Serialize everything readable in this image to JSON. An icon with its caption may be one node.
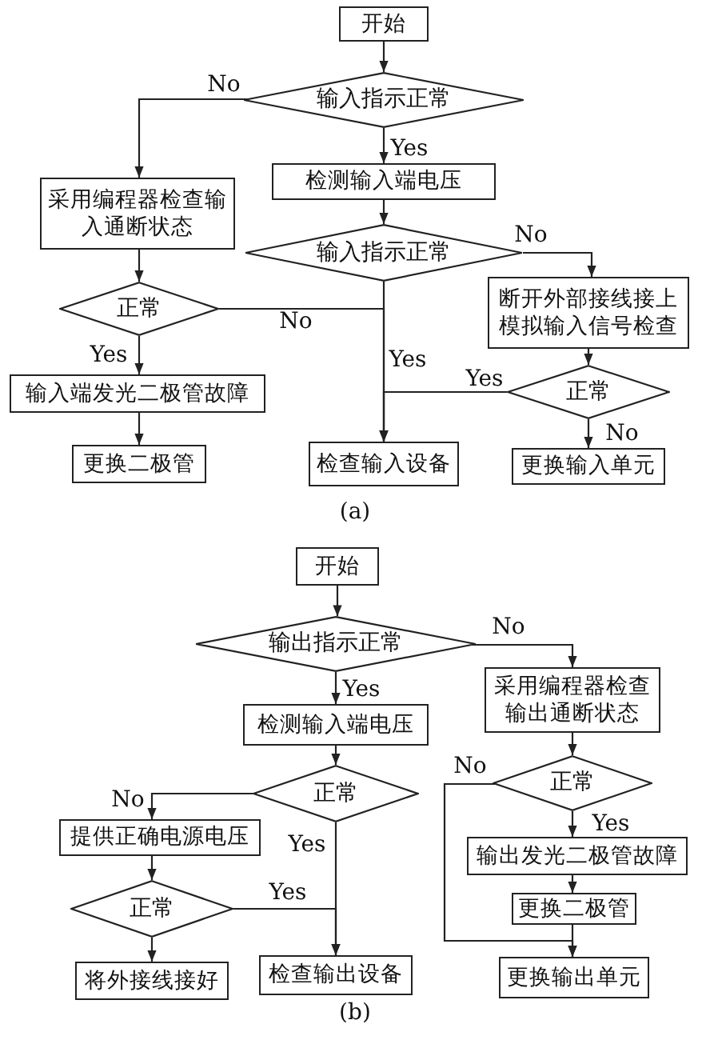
{
  "diagram": {
    "nodes": [
      {
        "text": [
          "开始"
        ]
      },
      {
        "text": [
          "输入指示正常"
        ]
      },
      {
        "text": [
          "采用编程器检查输入通断状态"
        ]
      },
      {
        "text": [
          "检测输入端电压"
        ]
      },
      {
        "text": [
          "输入指示正常"
        ]
      },
      {
        "text": [
          "断开外部接线接上模拟输入信号检查"
        ]
      },
      {
        "text": [
          "正常"
        ]
      },
      {
        "text": [
          "正常"
        ]
      },
      {
        "text": [
          "输入端发光二极管故障"
        ]
      },
      {
        "text": [
          "更换二极管"
        ]
      },
      {
        "text": [
          "检查输入设备"
        ]
      },
      {
        "text": [
          "更换输入单元"
        ]
      },
      {
        "text": [
          "开始"
        ]
      },
      {
        "text": [
          "输出指示正常"
        ]
      },
      {
        "text": [
          "采用编程器检查输出通断状态"
        ]
      },
      {
        "text": [
          "检测输入端电压"
        ]
      },
      {
        "text": [
          "正常"
        ]
      },
      {
        "text": [
          "正常"
        ]
      },
      {
        "text": [
          "提供正确电源电压"
        ]
      },
      {
        "text": [
          "输出发光二极管故障"
        ]
      },
      {
        "text": [
          "正常"
        ]
      },
      {
        "text": [
          "更换二极管"
        ]
      },
      {
        "text": [
          "将外接线接好"
        ]
      },
      {
        "text": [
          "检查输出设备"
        ]
      },
      {
        "text": [
          "更换输出单元"
        ]
      }
    ],
    "edges": [
      {
        "from": 0,
        "to": 1,
        "arrow": "to"
      },
      {
        "from": 1,
        "to": 2,
        "arrow": "to",
        "label": "No"
      },
      {
        "from": 1,
        "to": 3,
        "arrow": "to",
        "label": "Yes"
      },
      {
        "from": 3,
        "to": 4,
        "arrow": "to"
      },
      {
        "from": 4,
        "to": 5,
        "arrow": "to",
        "label": "No"
      },
      {
        "from": 2,
        "to": 6,
        "arrow": "to"
      },
      {
        "from": 6,
        "to": 10,
        "arrow": "to",
        "label": "No"
      },
      {
        "from": 4,
        "to": 10,
        "arrow": "to",
        "label": "Yes"
      },
      {
        "from": 7,
        "to": 10,
        "arrow": "to",
        "label": "Yes"
      },
      {
        "from": 5,
        "to": 7,
        "arrow": "to"
      },
      {
        "from": 7,
        "to": 11,
        "arrow": "to",
        "label": "No"
      },
      {
        "from": 6,
        "to": 8,
        "arrow": "to",
        "label": "Yes"
      },
      {
        "from": 8,
        "to": 9,
        "arrow": "to"
      },
      {
        "from": 12,
        "to": 13,
        "arrow": "to"
      },
      {
        "from": 13,
        "to": 14,
        "arrow": "to",
        "label": "No"
      },
      {
        "from": 13,
        "to": 15,
        "arrow": "to",
        "label": "Yes"
      },
      {
        "from": 15,
        "to": 16,
        "arrow": "to"
      },
      {
        "from": 16,
        "to": 18,
        "arrow": "to",
        "label": "No"
      },
      {
        "from": 16,
        "to": 23,
        "arrow": "to",
        "label": "Yes"
      },
      {
        "from": 18,
        "to": 20,
        "arrow": "to"
      },
      {
        "from": 20,
        "to": 23,
        "arrow": "to",
        "label": "Yes"
      },
      {
        "from": 20,
        "to": 22,
        "arrow": "to"
      },
      {
        "from": 14,
        "to": 17,
        "arrow": "to"
      },
      {
        "from": 17,
        "to": 19,
        "arrow": "to",
        "label": "Yes"
      },
      {
        "from": 19,
        "to": 21,
        "arrow": "to"
      },
      {
        "from": 21,
        "to": 24,
        "arrow": "to"
      },
      {
        "from": 17,
        "to": 24,
        "arrow": "to",
        "label": "No"
      }
    ],
    "labels": [
      "(a)",
      "(b)"
    ]
  }
}
